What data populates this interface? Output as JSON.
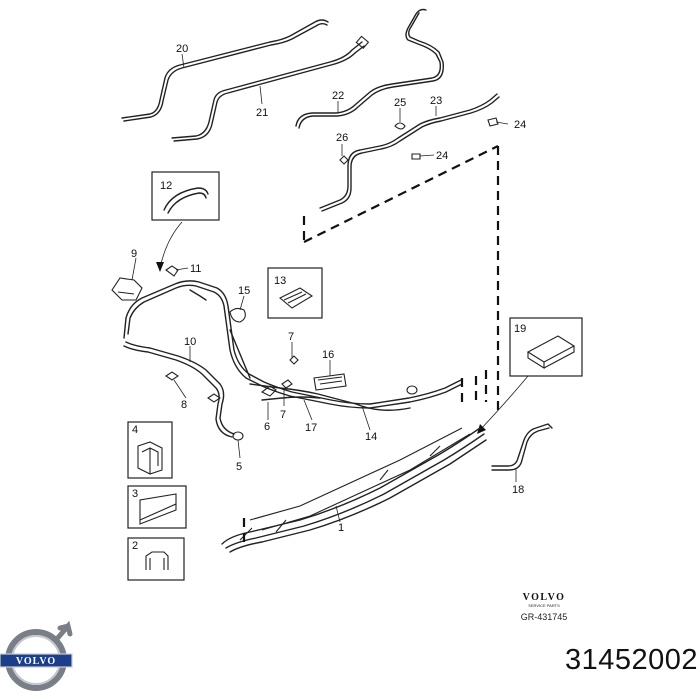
{
  "callouts": {
    "c1": "1",
    "c2": "2",
    "c3": "3",
    "c4": "4",
    "c5": "5",
    "c6": "6",
    "c7a": "7",
    "c7b": "7",
    "c8": "8",
    "c9": "9",
    "c10": "10",
    "c11": "11",
    "c12": "12",
    "c13": "13",
    "c14": "14",
    "c15": "15",
    "c16": "16",
    "c17": "17",
    "c18": "18",
    "c19": "19",
    "c20": "20",
    "c21": "21",
    "c22": "22",
    "c23": "23",
    "c24a": "24",
    "c24b": "24",
    "c25": "25",
    "c26": "26"
  },
  "brand": {
    "name": "VOLVO",
    "sub": "SERVICE PARTS",
    "drawing_ref": "GR-431745",
    "logo_text": "VOLVO"
  },
  "part_number": "31452002"
}
